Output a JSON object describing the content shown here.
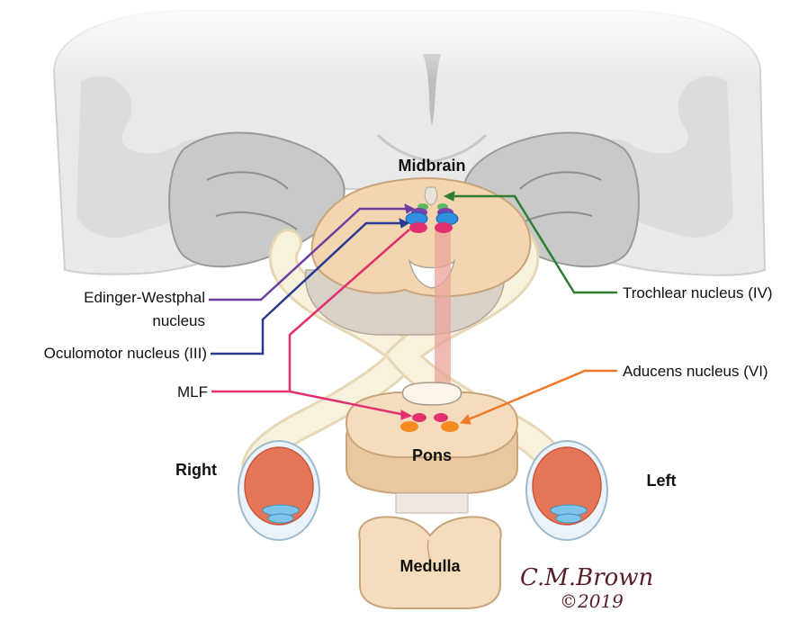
{
  "regions": {
    "midbrain": "Midbrain",
    "pons": "Pons",
    "medulla": "Medulla",
    "right": "Right",
    "left": "Left"
  },
  "labels": {
    "edinger_line1": "Edinger-Westphal",
    "edinger_line2": "nucleus",
    "oculomotor": "Oculomotor nucleus (III)",
    "mlf": "MLF",
    "trochlear": "Trochlear nucleus (IV)",
    "abducens": "Aducens nucleus (VI)"
  },
  "signature": {
    "name": "C.M.Brown",
    "year": "©2019"
  },
  "colors": {
    "edinger": "#6b3fa0",
    "oculomotor": "#2b3a8f",
    "mlf": "#e0306f",
    "trochlear": "#2e7d32",
    "abducens": "#f07a2a",
    "oculomotor_nucleus": "#2f8fe0",
    "tissue": "#f5d9b5",
    "nerve": "#f7efd8",
    "brain": "#e8e8e8"
  }
}
